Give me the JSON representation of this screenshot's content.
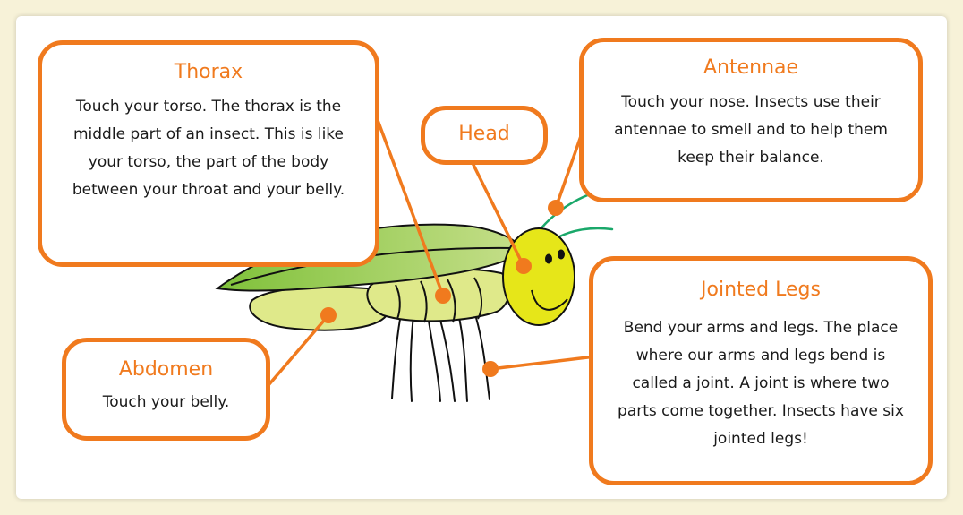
{
  "colors": {
    "background": "#f7f2d8",
    "accent": "#f07a1e",
    "wing": "#8cc63f",
    "abdomen": "#dfe98a",
    "head": "#e6e619",
    "antenna": "#1aa86a"
  },
  "callouts": {
    "thorax": {
      "title": "Thorax",
      "body": "Touch your torso. The thorax is the middle part of an insect. This is like your torso, the part of the body between your throat and your belly."
    },
    "head": {
      "title": "Head"
    },
    "antennae": {
      "title": "Antennae",
      "body": "Touch your nose. Insects use their antennae to smell and to help them keep their balance."
    },
    "jointed_legs": {
      "title": "Jointed Legs",
      "body": "Bend your arms and legs. The place where our arms and legs bend is called a joint. A joint is where two parts come together. Insects have six jointed legs!"
    },
    "abdomen": {
      "title": "Abdomen",
      "body": "Touch your belly."
    }
  }
}
